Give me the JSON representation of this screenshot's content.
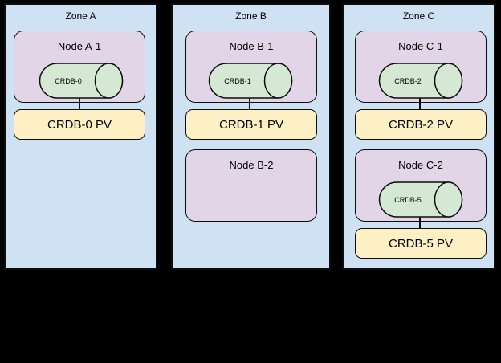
{
  "diagram": {
    "background_color": "#000000",
    "colors": {
      "zone_fill": "#cfe2f3",
      "node_fill": "#e1d5e7",
      "database_fill": "#d5e8d4",
      "pv_fill": "#fdf0c5",
      "stroke": "#0d0d0d"
    },
    "zones": {
      "zone_a": {
        "label": "Zone A",
        "node1": {
          "label": "Node A-1",
          "database": "CRDB-0"
        },
        "pv1": {
          "label": "CRDB-0 PV"
        }
      },
      "zone_b": {
        "label": "Zone B",
        "node1": {
          "label": "Node B-1",
          "database": "CRDB-1"
        },
        "pv1": {
          "label": "CRDB-1 PV"
        },
        "node2": {
          "label": "Node B-2"
        }
      },
      "zone_c": {
        "label": "Zone C",
        "node1": {
          "label": "Node C-1",
          "database": "CRDB-2"
        },
        "pv1": {
          "label": "CRDB-2 PV"
        },
        "node2": {
          "label": "Node C-2",
          "database": "CRDB-5"
        },
        "pv2": {
          "label": "CRDB-5 PV"
        }
      }
    }
  }
}
